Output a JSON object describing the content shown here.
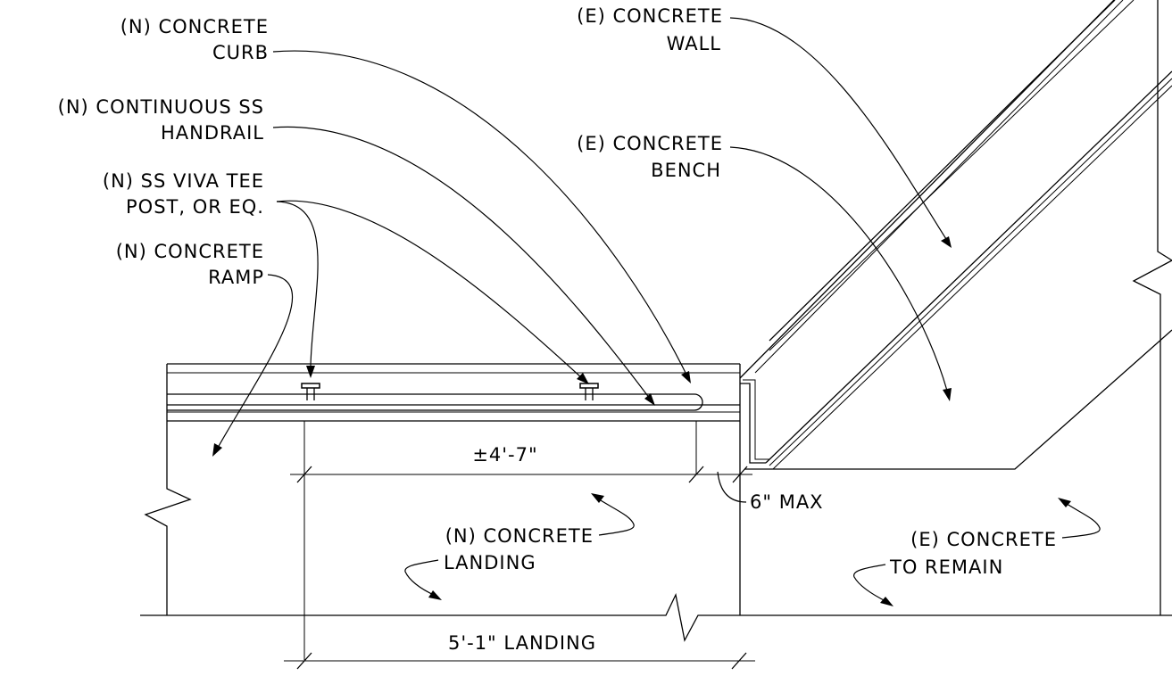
{
  "labels": {
    "new_curb": [
      "(N) CONCRETE",
      "CURB"
    ],
    "handrail": [
      "(N) CONTINUOUS SS",
      "HANDRAIL"
    ],
    "post": [
      "(N) SS VIVA TEE",
      "POST, OR EQ."
    ],
    "ramp": [
      "(N) CONCRETE",
      "RAMP"
    ],
    "existing_wall": [
      "(E) CONCRETE",
      "WALL"
    ],
    "existing_bench": [
      "(E) CONCRETE",
      "BENCH"
    ],
    "landing": [
      "(N) CONCRETE",
      "LANDING"
    ],
    "remain": [
      "(E) CONCRETE",
      "TO REMAIN"
    ]
  },
  "dimensions": {
    "rail_span": "±4'-7\"",
    "max_gap": "6\" MAX",
    "landing_length": "5'-1\" LANDING"
  }
}
